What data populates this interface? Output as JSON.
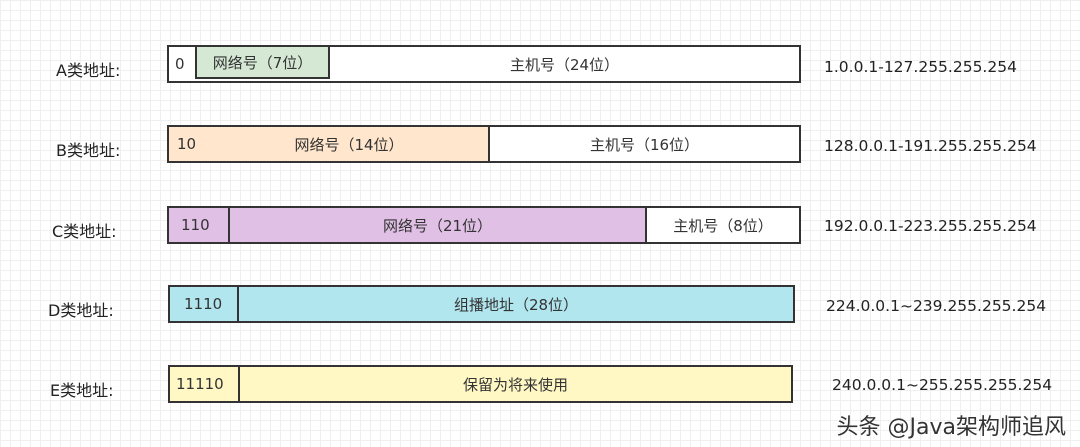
{
  "rows": [
    {
      "label": "A类地址:",
      "segments": [
        {
          "text": "0",
          "color": "#ffffff"
        },
        {
          "text": "网络号（7位）",
          "color": "#d5e8d4"
        },
        {
          "text": "主机号（24位）",
          "color": "#ffffff"
        }
      ],
      "range": "1.0.0.1-127.255.255.254"
    },
    {
      "label": "B类地址:",
      "segments": [
        {
          "text": "10",
          "color": "#ffe6cc"
        },
        {
          "text": "网络号（14位）",
          "color": "#ffe6cc"
        },
        {
          "text": "主机号（16位）",
          "color": "#ffffff"
        }
      ],
      "range": "128.0.0.1-191.255.255.254"
    },
    {
      "label": "C类地址:",
      "segments": [
        {
          "text": "110",
          "color": "#e1c0e6"
        },
        {
          "text": "网络号（21位）",
          "color": "#e1c0e6"
        },
        {
          "text": "主机号（8位）",
          "color": "#ffffff"
        }
      ],
      "range": "192.0.0.1-223.255.255.254"
    },
    {
      "label": "D类地址:",
      "segments": [
        {
          "text": "1110",
          "color": "#b1e6ee"
        },
        {
          "text": "组播地址（28位）",
          "color": "#b1e6ee"
        }
      ],
      "range": "224.0.0.1~239.255.255.254"
    },
    {
      "label": "E类地址:",
      "segments": [
        {
          "text": "11110",
          "color": "#fff8c4"
        },
        {
          "text": "保留为将来使用",
          "color": "#fff8c4"
        }
      ],
      "range": "240.0.0.1~255.255.255.254"
    }
  ],
  "watermark": "头条 @Java架构师追风"
}
